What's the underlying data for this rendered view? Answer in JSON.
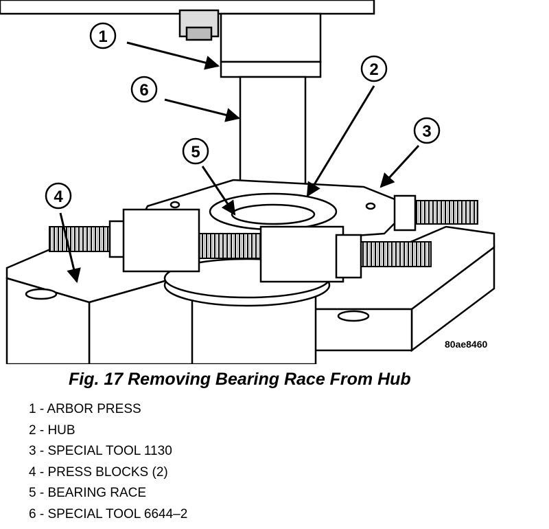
{
  "figure": {
    "code": "80ae8460",
    "caption": "Fig. 17 Removing Bearing Race From Hub"
  },
  "callouts": [
    {
      "number": "1",
      "label": "1 - ARBOR PRESS"
    },
    {
      "number": "2",
      "label": "2 - HUB"
    },
    {
      "number": "3",
      "label": "3 - SPECIAL TOOL 1130"
    },
    {
      "number": "4",
      "label": "4 - PRESS BLOCKS (2)"
    },
    {
      "number": "5",
      "label": "5 - BEARING RACE"
    },
    {
      "number": "6",
      "label": "6 - SPECIAL TOOL 6644–2"
    }
  ]
}
